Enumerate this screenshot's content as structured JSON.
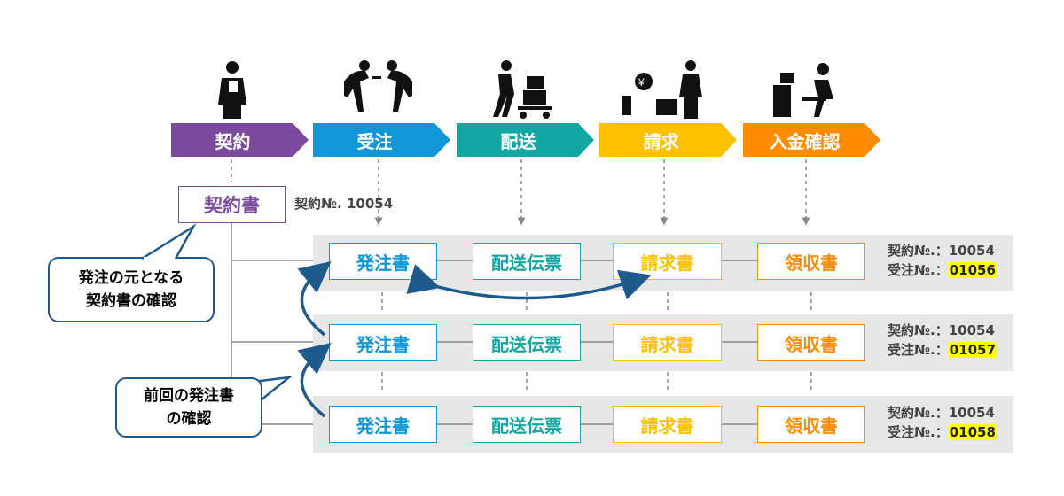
{
  "stages": [
    {
      "label": "契約",
      "color": "#7b4a9e"
    },
    {
      "label": "受注",
      "color": "#1196d8"
    },
    {
      "label": "配送",
      "color": "#13a6a2"
    },
    {
      "label": "請求",
      "color": "#ffc000"
    },
    {
      "label": "入金確認",
      "color": "#ff8c00"
    }
  ],
  "contract_doc": {
    "label": "契約書",
    "number": "契約№. 10054"
  },
  "documents": {
    "order": "発注書",
    "delivery": "配送伝票",
    "invoice": "請求書",
    "receipt": "領収書"
  },
  "rows": [
    {
      "contract_line": "契約№.：10054",
      "order_label": "受注№.：",
      "order_number": "01056"
    },
    {
      "contract_line": "契約№.：10054",
      "order_label": "受注№.：",
      "order_number": "01057"
    },
    {
      "contract_line": "契約№.：10054",
      "order_label": "受注№.：",
      "order_number": "01058"
    }
  ],
  "callouts": {
    "top": {
      "line1": "発注の元となる",
      "line2": "契約書の確認"
    },
    "bottom": {
      "line1": "前回の発注書",
      "line2": "の確認"
    }
  },
  "colors": {
    "contract": "#7b4a9e",
    "order": "#1196d8",
    "delivery": "#13a6a2",
    "invoice": "#ffc000",
    "receipt": "#ff8c00",
    "arrow": "#1e5a8c",
    "highlight": "#ffff00"
  },
  "icons": [
    "contract-person-icon",
    "handshake-bow-icon",
    "delivery-cart-icon",
    "money-bag-person-icon",
    "computer-desk-icon"
  ]
}
